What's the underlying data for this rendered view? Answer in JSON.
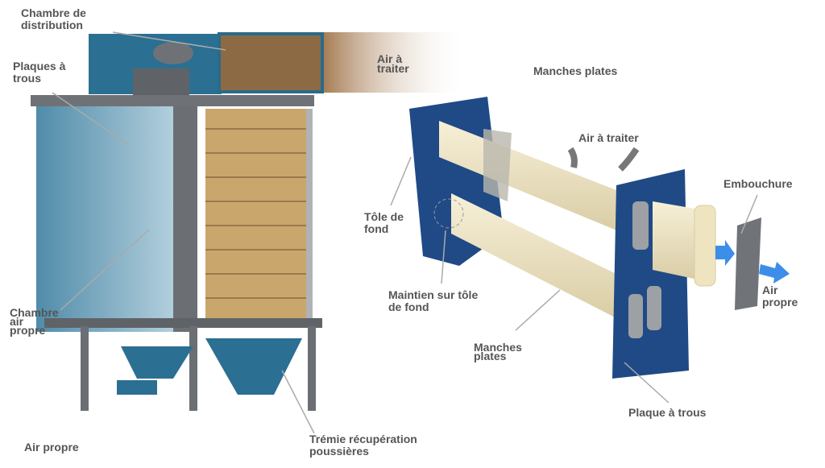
{
  "left_diagram": {
    "labels": {
      "chambre_distribution": "Chambre de\ndistribution",
      "plaques_trous": "Plaques à\ntrous",
      "air_traiter": "Air à\ntraiter",
      "chambre_air_propre": "Chambre\nair\npropre",
      "air_propre": "Air propre",
      "tremie": "Trémie récupération\npoussières"
    }
  },
  "right_diagram": {
    "title": "Manches plates",
    "labels": {
      "air_traiter": "Air à traiter",
      "embouchure": "Embouchure",
      "tole_fond": "Tôle de\nfond",
      "maintien": "Maintien sur tôle\nde fond",
      "air_propre": "Air\npropre",
      "manches_plates": "Manches\nplates",
      "plaque_trous": "Plaque à trous"
    }
  },
  "colors": {
    "steel_blue": "#2a6a8a",
    "panel_navy": "#1f4a86",
    "sleeve_cream": "#efe6c8",
    "arrow_blue": "#3d8ee8",
    "label_gray": "#555555"
  }
}
